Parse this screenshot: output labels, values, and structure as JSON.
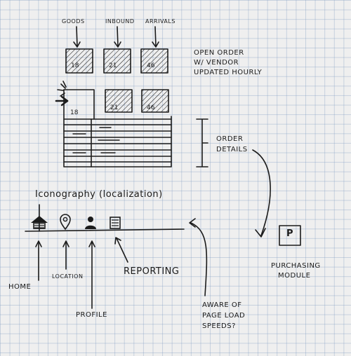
{
  "top_labels": {
    "label_1": "Goods",
    "label_2": "Inbound",
    "label_3": "Arrivals"
  },
  "card_values": {
    "card_1": "18",
    "card_2": "21",
    "card_3": "46"
  },
  "note_open_order": [
    "Open order",
    "w/ vendor",
    "updated hourly"
  ],
  "order_details_label": [
    "Order",
    "details"
  ],
  "iconography_title": "Iconography (localization)",
  "icon_labels": {
    "home": "Home",
    "location": "Location",
    "profile": "Profile",
    "reporting": "Reporting"
  },
  "purchasing": {
    "icon_letter": "P",
    "label_1": "Purchasing",
    "label_2": "Module"
  },
  "page_load_note": [
    "Aware of",
    "page load",
    "speeds?"
  ],
  "ink_color": "#1b1b1b"
}
